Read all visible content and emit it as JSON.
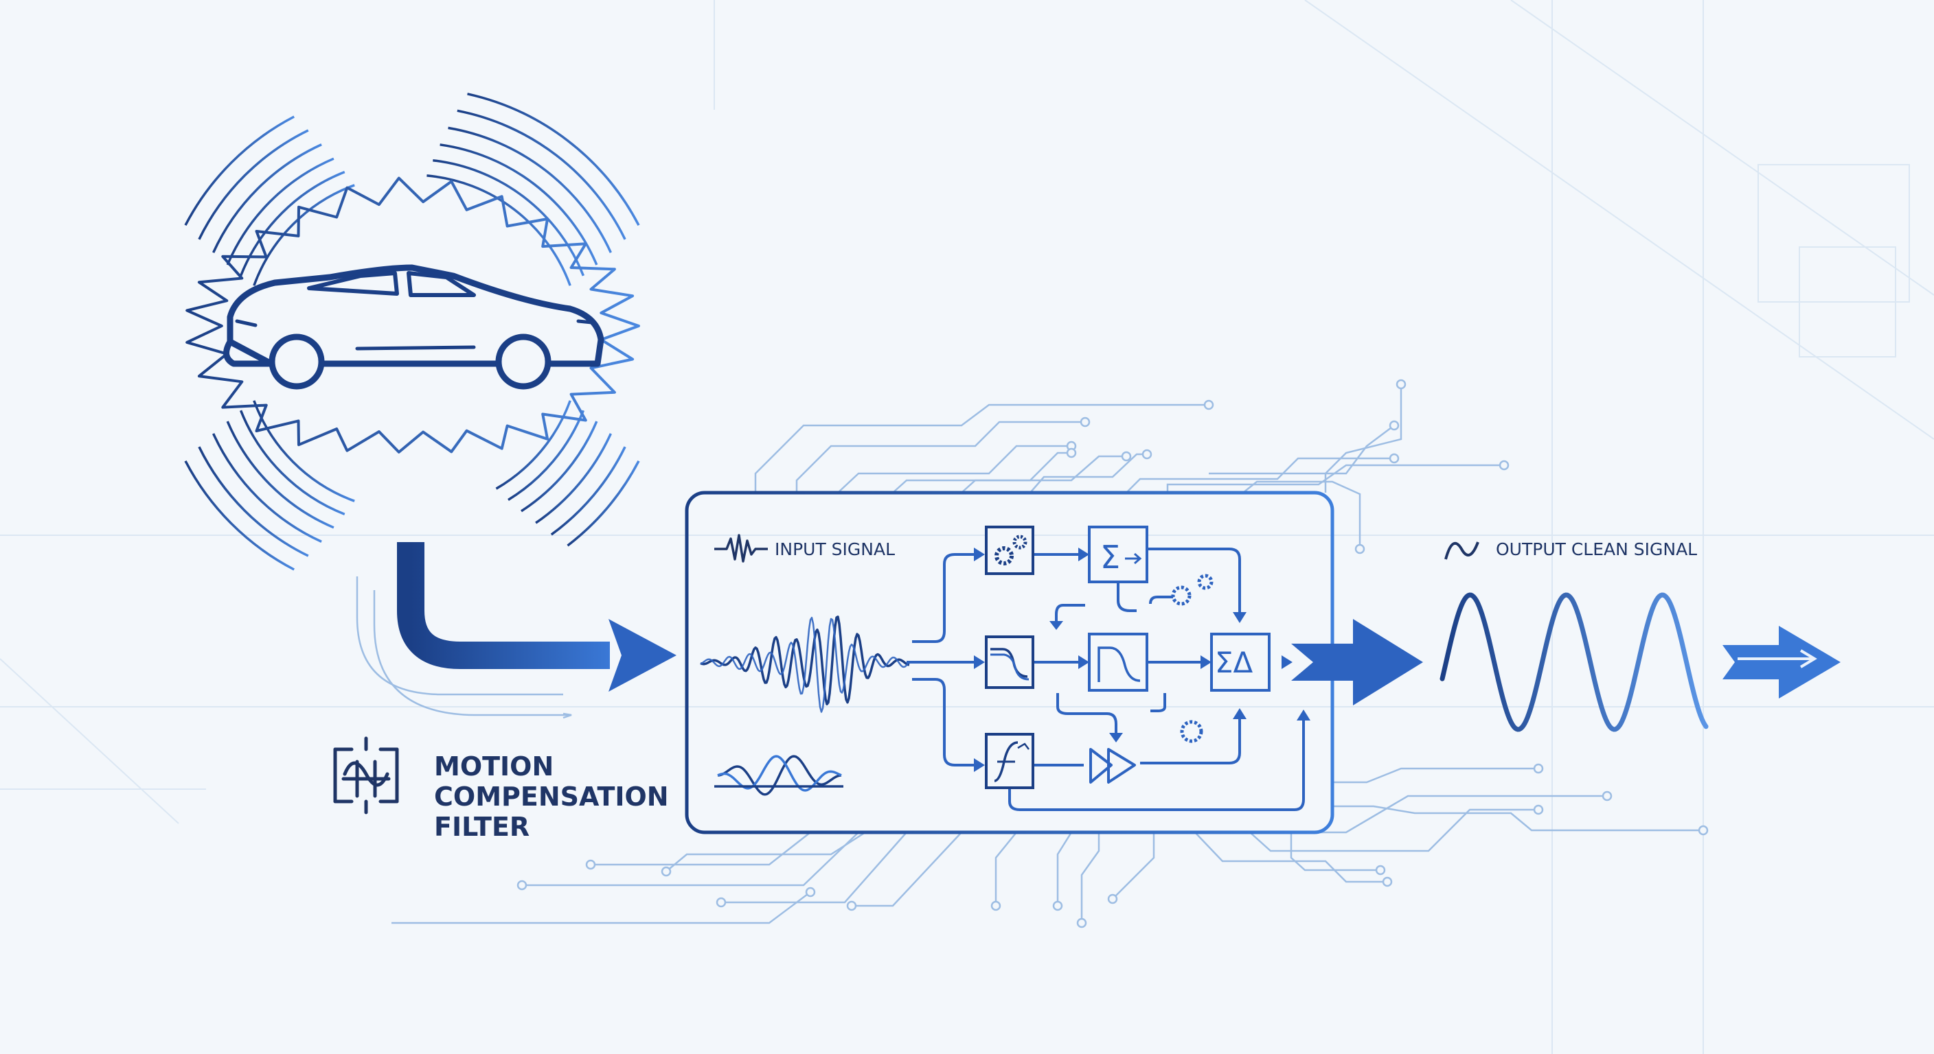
{
  "labels": {
    "input_signal": "INPUT SIGNAL",
    "output_signal": "OUTPUT CLEAN SIGNAL",
    "title_line1": "MOTION",
    "title_line2": "COMPENSATION",
    "title_line3": "FILTER"
  },
  "block_symbols": {
    "sum": "Σ",
    "sum_delta": "ΣΔ"
  },
  "colors": {
    "background": "#f3f7fb",
    "dark_blue": "#1b3f86",
    "mid_blue": "#2d63c0",
    "light_blue": "#5a95e6",
    "circuit": "#9dbde3",
    "label_text": "#1f3566"
  },
  "icons": {
    "car": "car-icon",
    "filter_logo": "filter-logo-icon",
    "gear": "gear-icon",
    "arrow": "arrow-right-icon"
  }
}
